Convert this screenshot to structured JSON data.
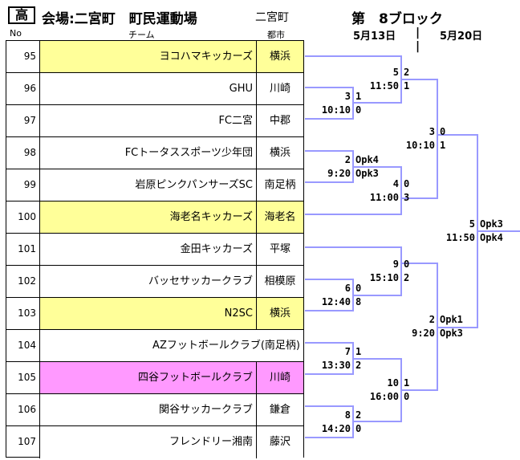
{
  "header": {
    "tag": "高",
    "venue": "会場:二宮町　町民運動場",
    "venue_city": "二宮町",
    "block": "第　8ブロック",
    "date1": "5月13日",
    "sep": "|",
    "date2": "5月20日"
  },
  "columns": {
    "no": "No",
    "team": "チーム",
    "city": "都市"
  },
  "colors": {
    "yellow": "#ffff99",
    "pink": "#ff99ff",
    "line": "#9999ff"
  },
  "teams": [
    {
      "no": "95",
      "name": "ヨコハマキッカーズ",
      "city": "横浜",
      "hl": "yellow"
    },
    {
      "no": "96",
      "name": "GHU",
      "city": "川崎",
      "hl": ""
    },
    {
      "no": "97",
      "name": "FC二宮",
      "city": "中郡",
      "hl": ""
    },
    {
      "no": "98",
      "name": "FCトータススポーツ少年団",
      "city": "横浜",
      "hl": ""
    },
    {
      "no": "99",
      "name": "岩原ピンクパンサーズSC",
      "city": "南足柄",
      "hl": ""
    },
    {
      "no": "100",
      "name": "海老名キッカーズ",
      "city": "海老名",
      "hl": "yellow"
    },
    {
      "no": "101",
      "name": "金田キッカーズ",
      "city": "平塚",
      "hl": ""
    },
    {
      "no": "102",
      "name": "バッセサッカークラブ",
      "city": "相模原",
      "hl": ""
    },
    {
      "no": "103",
      "name": "N2SC",
      "city": "横浜",
      "hl": "yellow"
    },
    {
      "no": "104",
      "name": "AZフットボールクラブ(南足柄)",
      "city": "",
      "hl": ""
    },
    {
      "no": "105",
      "name": "四谷フットボールクラブ",
      "city": "川崎",
      "hl": "pink"
    },
    {
      "no": "106",
      "name": "関谷サッカークラブ",
      "city": "鎌倉",
      "hl": ""
    },
    {
      "no": "107",
      "name": "フレンドリー湘南",
      "city": "藤沢",
      "hl": ""
    }
  ],
  "matches": [
    {
      "id": "m1",
      "time": "10:10",
      "game": "3",
      "s_top": "1",
      "s_bot": "0"
    },
    {
      "id": "m2",
      "time": "9:20",
      "game": "2",
      "s_top": "Opk4",
      "s_bot": "Opk3"
    },
    {
      "id": "m3",
      "time": "12:40",
      "game": "6",
      "s_top": "0",
      "s_bot": "8"
    },
    {
      "id": "m4",
      "time": "13:30",
      "game": "7",
      "s_top": "1",
      "s_bot": "2"
    },
    {
      "id": "m5",
      "time": "14:20",
      "game": "8",
      "s_top": "2",
      "s_bot": "0"
    },
    {
      "id": "m6",
      "time": "11:50",
      "game": "5",
      "s_top": "2",
      "s_bot": "1"
    },
    {
      "id": "m7",
      "time": "11:00",
      "game": "4",
      "s_top": "0",
      "s_bot": "3"
    },
    {
      "id": "m8",
      "time": "15:10",
      "game": "9",
      "s_top": "0",
      "s_bot": "2"
    },
    {
      "id": "m9",
      "time": "16:00",
      "game": "10",
      "s_top": "1",
      "s_bot": "0"
    },
    {
      "id": "m10",
      "time": "10:10",
      "game": "3",
      "s_top": "0",
      "s_bot": "1"
    },
    {
      "id": "m11",
      "time": "9:20",
      "game": "2",
      "s_top": "Opk1",
      "s_bot": "Opk3"
    },
    {
      "id": "m12",
      "time": "11:50",
      "game": "5",
      "s_top": "Opk3",
      "s_bot": "Opk4"
    }
  ]
}
